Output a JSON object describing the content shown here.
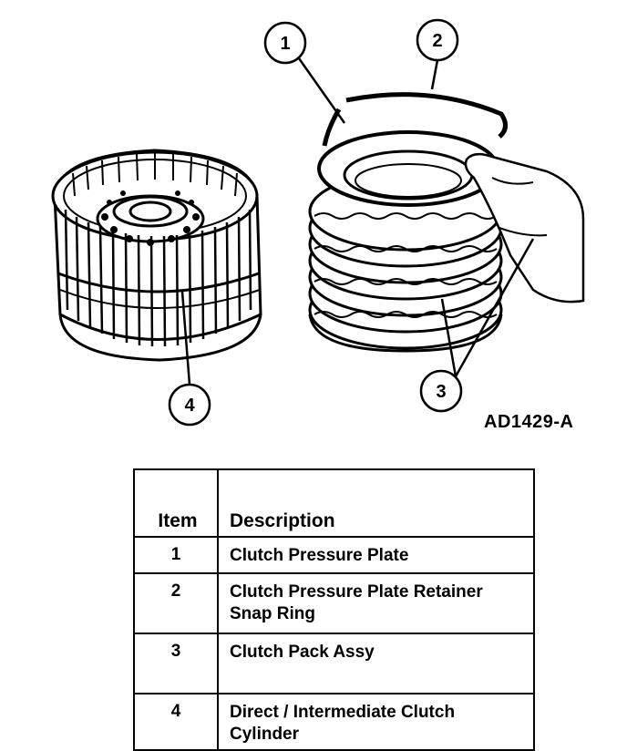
{
  "figure": {
    "reference_code": "AD1429-A",
    "callouts": [
      "1",
      "2",
      "3",
      "4"
    ]
  },
  "legend": {
    "header_item": "Item",
    "header_description": "Description",
    "rows": [
      {
        "item": "1",
        "description": "Clutch Pressure Plate"
      },
      {
        "item": "2",
        "description": "Clutch Pressure Plate Retainer Snap Ring"
      },
      {
        "item": "3",
        "description": "Clutch Pack Assy"
      },
      {
        "item": "4",
        "description": "Direct / Intermediate Clutch Cylinder"
      }
    ]
  },
  "colors": {
    "ink": "#000000",
    "paper": "#ffffff"
  }
}
